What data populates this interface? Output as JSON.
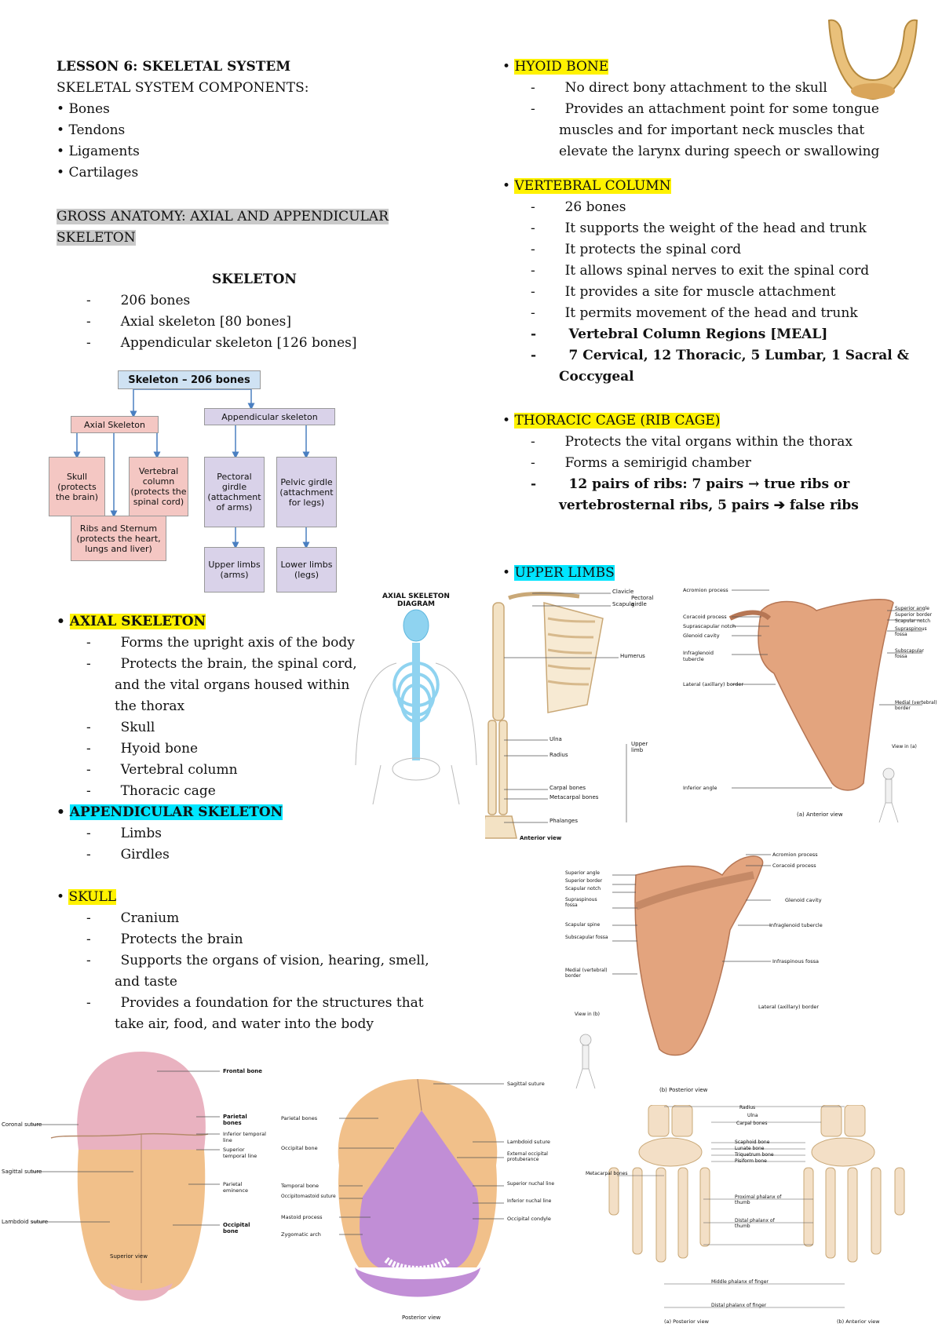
{
  "left": {
    "lesson_title": "LESSON 6: SKELETAL SYSTEM",
    "components_heading": "SKELETAL SYSTEM COMPONENTS:",
    "components": [
      "Bones",
      "Tendons",
      "Ligaments",
      "Cartilages"
    ],
    "gross_anatomy_line1": "GROSS ANATOMY: AXIAL AND APPENDICULAR",
    "gross_anatomy_line2": "SKELETON",
    "skeleton_heading": "SKELETON",
    "skeleton_items": [
      "206 bones",
      "Axial skeleton [80 bones]",
      "Appendicular skeleton [126 bones]"
    ],
    "axial_heading": "AXIAL SKELETON",
    "axial_items": [
      "Forms the upright axis of the body",
      "Protects the brain, the spinal cord,",
      "and the vital organs housed within",
      "the thorax",
      "Skull",
      "Hyoid bone",
      "Vertebral column",
      "Thoracic cage"
    ],
    "appendicular_heading": "APPENDICULAR SKELETON",
    "appendicular_items": [
      "Limbs",
      "Girdles"
    ],
    "skull_heading": "SKULL",
    "skull_items": [
      "Cranium",
      "Protects the brain",
      "Supports the organs of vision, hearing, smell,",
      "and taste",
      "Provides a foundation for the structures that",
      "take air, food, and water into the body"
    ]
  },
  "right": {
    "hyoid_heading": "HYOID BONE",
    "hyoid_items": [
      "No direct bony attachment to the skull",
      "Provides an attachment point for some tongue",
      "muscles and for important neck muscles that",
      "elevate the larynx during speech or swallowing"
    ],
    "vertebral_heading": "VERTEBRAL COLUMN",
    "vertebral_items": [
      "26 bones",
      "It supports the weight of the head and trunk",
      "It protects the spinal cord",
      "It allows spinal nerves to exit the spinal cord",
      "It provides a site for muscle attachment",
      "It permits movement of the head and trunk"
    ],
    "vertebral_bold_1": "Vertebral Column Regions [MEAL]",
    "vertebral_bold_2": "7 Cervical, 12 Thoracic, 5 Lumbar, 1 Sacral &",
    "vertebral_bold_3": "Coccygeal",
    "thoracic_heading": "THORACIC CAGE (RIB CAGE)",
    "thoracic_items": [
      "Protects the vital organs within the thorax",
      "Forms a semirigid chamber"
    ],
    "thoracic_ribs_1": "12 pairs of ribs: 7 pairs → true ribs or",
    "thoracic_ribs_2": "vertebrosternal ribs, 5 pairs ➔ false ribs",
    "upper_limbs_heading": "UPPER LIMBS"
  },
  "diagram": {
    "root": "Skeleton – 206 bones",
    "axial": "Axial Skeleton",
    "appendicular": "Appendicular skeleton",
    "skull": "Skull (protects the brain)",
    "vertebral": "Vertebral column (protects the spinal cord)",
    "ribs": "Ribs and Sternum (protects the heart, lungs and liver)",
    "pectoral": "Pectoral girdle (attachment of arms)",
    "pelvic": "Pelvic girdle (attachment for legs)",
    "upper": "Upper limbs (arms)",
    "lower": "Lower limbs (legs)"
  },
  "figure_labels": {
    "axial_diagram": "AXIAL SKELETON DIAGRAM",
    "arm_labels": [
      "Clavicle",
      "Scapula",
      "Pectoral girdle",
      "Humerus",
      "Ulna",
      "Radius",
      "Upper limb",
      "Carpal bones",
      "Metacarpal bones",
      "Phalanges",
      "Anterior view"
    ],
    "scapula_anterior_labels": [
      "Acromion process",
      "Coracoid process",
      "Suprascapular notch",
      "Glenoid cavity",
      "Infraglenoid tubercle",
      "Lateral (axillary) border",
      "Inferior angle",
      "Superior angle",
      "Superior border",
      "Scapular notch",
      "Supraspinous fossa",
      "Subscapular fossa",
      "Medial (vertebral) border",
      "View in (a)",
      "(a) Anterior view"
    ],
    "scapula_posterior_labels": [
      "Acromion process",
      "Coracoid process",
      "Glenoid cavity",
      "Infraglenoid tubercle",
      "Infraspinous fossa",
      "Lateral (axillary) border",
      "Superior angle",
      "Superior border",
      "Scapular notch",
      "Supraspinous fossa",
      "Scapular spine",
      "Subscapular fossa",
      "Medial (vertebral) border",
      "View in (b)",
      "(b) Posterior view"
    ],
    "skull_superior_labels": [
      "Frontal bone",
      "Coronal suture",
      "Parietal bones",
      "Inferior temporal line",
      "Superior temporal line",
      "Sagittal suture",
      "Parietal eminence",
      "Lambdoid suture",
      "Occipital bone",
      "Superior view"
    ],
    "skull_posterior_labels": [
      "Sagittal suture",
      "Parietal bones",
      "Occipital bone",
      "Lambdoid suture",
      "External occipital protuberance",
      "Temporal bone",
      "Occipitomastoid suture",
      "Superior nuchal line",
      "Inferior nuchal line",
      "Mastoid process",
      "Occipital condyle",
      "Zygomatic arch",
      "Posterior view"
    ],
    "hand_labels": [
      "Radius",
      "Ulna",
      "Carpal bones",
      "Scaphoid bone",
      "Lunate bone",
      "Triquetrum bone",
      "Pisiform bone",
      "Metacarpal bones",
      "Proximal phalanx of thumb",
      "Distal phalanx of thumb",
      "Middle phalanx of finger",
      "Distal phalanx of finger",
      "(a) Posterior view",
      "(b) Anterior view"
    ]
  }
}
